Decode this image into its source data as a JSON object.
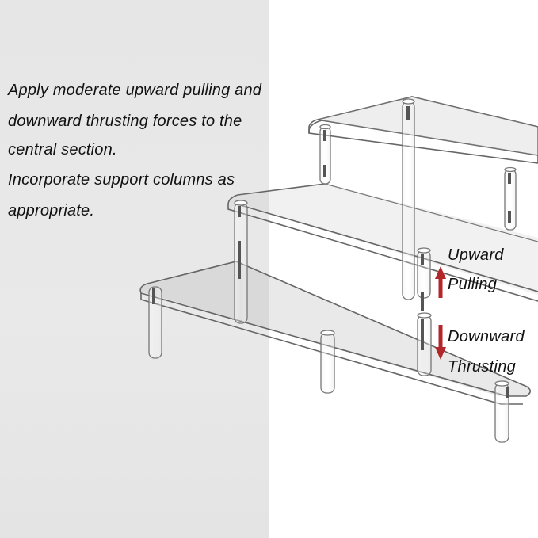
{
  "instructions": [
    "Apply moderate upward pulling and",
    "downward thrusting forces to the",
    "central section.",
    "Incorporate support columns as",
    "appropriate."
  ],
  "force_labels": {
    "up_line1": "Upward",
    "up_line2": "Pulling",
    "down_line1": "Downward",
    "down_line2": "Thrusting"
  },
  "colors": {
    "arrow": "#b3262a",
    "panel_background": "#e6e6e6",
    "outline": "#555555"
  },
  "icons": [
    "up-arrow-icon",
    "down-arrow-icon"
  ]
}
